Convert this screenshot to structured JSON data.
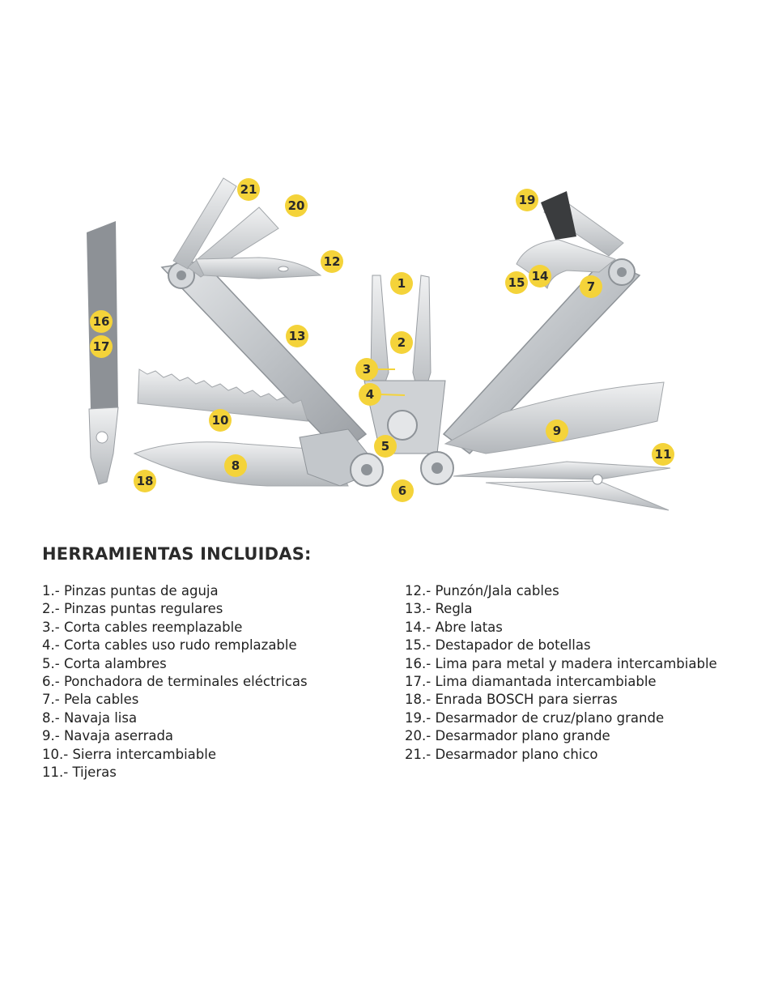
{
  "callouts": [
    {
      "n": "21"
    },
    {
      "n": "20"
    },
    {
      "n": "12"
    },
    {
      "n": "1"
    },
    {
      "n": "19"
    },
    {
      "n": "15"
    },
    {
      "n": "14"
    },
    {
      "n": "7"
    },
    {
      "n": "16"
    },
    {
      "n": "17"
    },
    {
      "n": "13"
    },
    {
      "n": "2"
    },
    {
      "n": "3"
    },
    {
      "n": "4"
    },
    {
      "n": "10"
    },
    {
      "n": "5"
    },
    {
      "n": "9"
    },
    {
      "n": "8"
    },
    {
      "n": "11"
    },
    {
      "n": "18"
    },
    {
      "n": "6"
    }
  ],
  "colors": {
    "callout": "#f4d33a",
    "steel": "#c9cdd1",
    "steel_dark": "#8e9398",
    "text": "#222222"
  },
  "section": {
    "title": "HERRAMIENTAS INCLUIDAS:"
  },
  "tools_left": [
    "1.- Pinzas puntas de aguja",
    "2.- Pinzas puntas regulares",
    "3.- Corta cables reemplazable",
    "4.- Corta cables uso rudo remplazable",
    "5.- Corta alambres",
    "6.- Ponchadora de terminales eléctricas",
    "7.- Pela cables",
    "8.- Navaja lisa",
    "9.- Navaja aserrada",
    "10.- Sierra intercambiable",
    "11.- Tijeras"
  ],
  "tools_right": [
    "12.- Punzón/Jala cables",
    "13.- Regla",
    "14.- Abre latas",
    "15.- Destapador de botellas",
    "16.- Lima para metal y madera intercambiable",
    "17.- Lima diamantada intercambiable",
    "18.- Enrada BOSCH para sierras",
    "19.- Desarmador de cruz/plano grande",
    "20.- Desarmador plano grande",
    "21.- Desarmador plano chico"
  ]
}
